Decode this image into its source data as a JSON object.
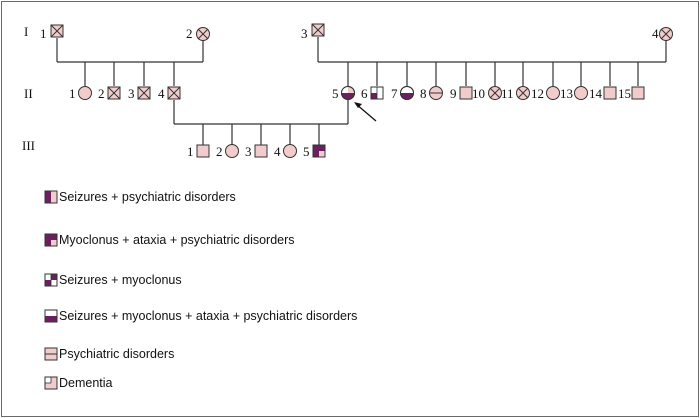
{
  "colors": {
    "fill": "#f2cccc",
    "dark": "#6a1f5e",
    "white": "#ffffff",
    "line": "#333333"
  },
  "generations": [
    "I",
    "II",
    "III"
  ],
  "gen1": {
    "labels": [
      "1",
      "2",
      "3",
      "4"
    ]
  },
  "gen2": {
    "labels": [
      "1",
      "2",
      "3",
      "4",
      "5",
      "6",
      "7",
      "8",
      "9",
      "10",
      "11",
      "12",
      "13",
      "14",
      "15"
    ]
  },
  "gen3": {
    "labels": [
      "1",
      "2",
      "3",
      "4",
      "5"
    ]
  },
  "legend": [
    {
      "pattern": "right-half",
      "text": "Seizures + psychiatric disorders"
    },
    {
      "pattern": "left-half-tr",
      "text": "Myoclonus + ataxia + psychiatric disorders"
    },
    {
      "pattern": "bl-tr",
      "text": "Seizures + myoclonus"
    },
    {
      "pattern": "bottom-half",
      "text": "Seizures + myoclonus + ataxia + psychiatric disorders"
    },
    {
      "pattern": "mid-band",
      "text": "Psychiatric disorders"
    },
    {
      "pattern": "tl-white",
      "text": "Dementia"
    }
  ]
}
